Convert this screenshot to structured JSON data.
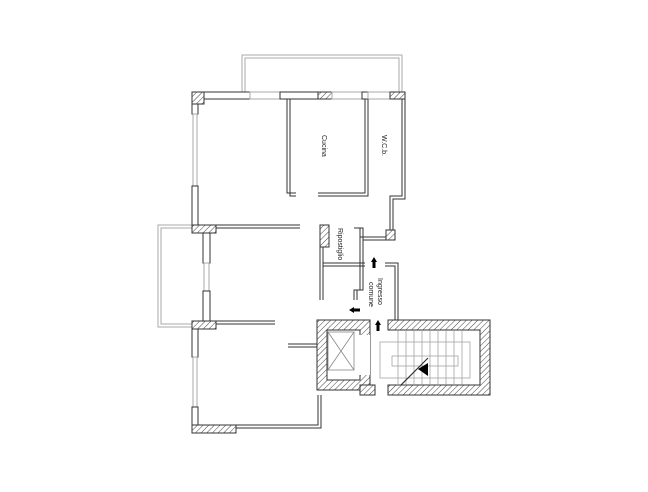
{
  "plan": {
    "type": "floor-plan",
    "rooms": [
      {
        "id": "kitchen",
        "label": "Cucina"
      },
      {
        "id": "bathroom",
        "label": "W.C.b."
      },
      {
        "id": "storage",
        "label": "Ripostiglio"
      },
      {
        "id": "entrance",
        "label_line1": "Ingresso",
        "label_line2": "comune"
      }
    ],
    "colors": {
      "wall": "#333333",
      "hatch": "#555555",
      "balcony": "#aaaaaa"
    }
  }
}
